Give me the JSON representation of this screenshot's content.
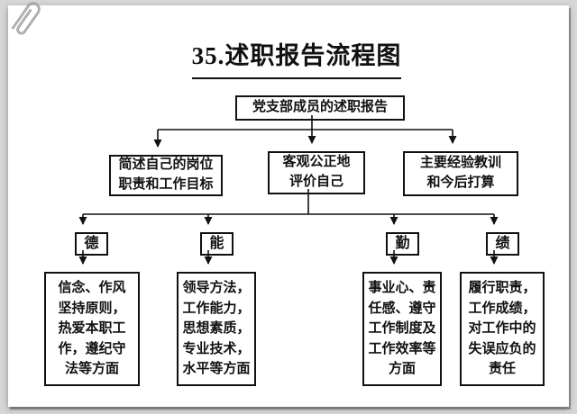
{
  "page": {
    "title": "35.述职报告流程图"
  },
  "flowchart": {
    "root": "党支部成员的述职报告",
    "level2": [
      {
        "label": "简述自己的岗位\n职责和工作目标"
      },
      {
        "label": "客观公正地\n评价自己"
      },
      {
        "label": "主要经验教训\n和今后打算"
      }
    ],
    "categories": [
      {
        "label": "德",
        "detail": "信念、作风\n坚持原则，\n热爱本职工\n作，遵纪守\n法等方面"
      },
      {
        "label": "能",
        "detail": "领导方法，\n工作能力，\n思想素质，\n专业技术，\n水平等方面"
      },
      {
        "label": "勤",
        "detail": "事业心、责\n任感、遵守\n工作制度及\n工作效率等\n方面"
      },
      {
        "label": "绩",
        "detail": "履行职责，\n工作成绩，\n对工作中的\n失误应负的\n责任"
      }
    ]
  },
  "colors": {
    "line": "#111111",
    "card_bg": "#ffffff",
    "page_bg": "#d6d6d6"
  }
}
